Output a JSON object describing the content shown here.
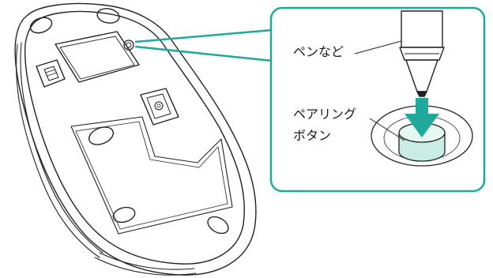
{
  "callout": {
    "pen_label": "ペンなど",
    "button_label_line1": "ペアリング",
    "button_label_line2": "ボタン"
  },
  "colors": {
    "accent": "#1fa99a",
    "button_fill": "#d6f0ea",
    "outline": "#222222"
  },
  "icons": {
    "mouse": "mouse-underside-illustration",
    "pen": "pen-tip-illustration",
    "arrow": "press-arrow-icon",
    "button": "pairing-button-icon"
  }
}
